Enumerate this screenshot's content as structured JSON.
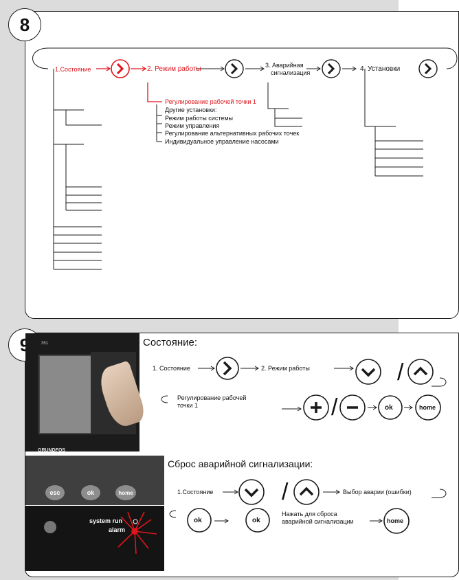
{
  "panel8": {
    "number": "8",
    "menu": {
      "status": "1.Состояние",
      "mode": "2. Режим работы",
      "alarm_line1": "3. Аварийная",
      "alarm_line2": "сигнализация",
      "settings": "4. Установки"
    },
    "mode_items": [
      "Регулирование рабочей точки 1",
      "Другие установки:",
      "Режим работы системы",
      "Режим управления",
      "Регулирование альтернативных  рабочих точек",
      "Индивидуальное управление насосами"
    ]
  },
  "panel9": {
    "number": "9",
    "state_title": "Состояние:",
    "step_status": "1. Состояние",
    "step_mode": "2. Режим работы",
    "regulation_line1": "Регулирование рабочей",
    "regulation_line2": "точки 1",
    "reset_title": "Сброс аварийной сигнализации:",
    "reset_status": "1.Состояние",
    "choose_alarm": "Выбор аварии (ошибки)",
    "press_line1": "Нажать для сброса",
    "press_line2": "аварийной сигнализации",
    "slash": "/"
  },
  "buttons": {
    "ok": "ok",
    "home": "home",
    "esc": "esc"
  },
  "device": {
    "brand": "GRUNDFOS",
    "model": "351",
    "system_run": "system run",
    "alarm": "alarm"
  },
  "colors": {
    "accent_red": "#e0151c",
    "device_dark": "#1b1b1b",
    "background_gray": "#dcdcdc"
  }
}
